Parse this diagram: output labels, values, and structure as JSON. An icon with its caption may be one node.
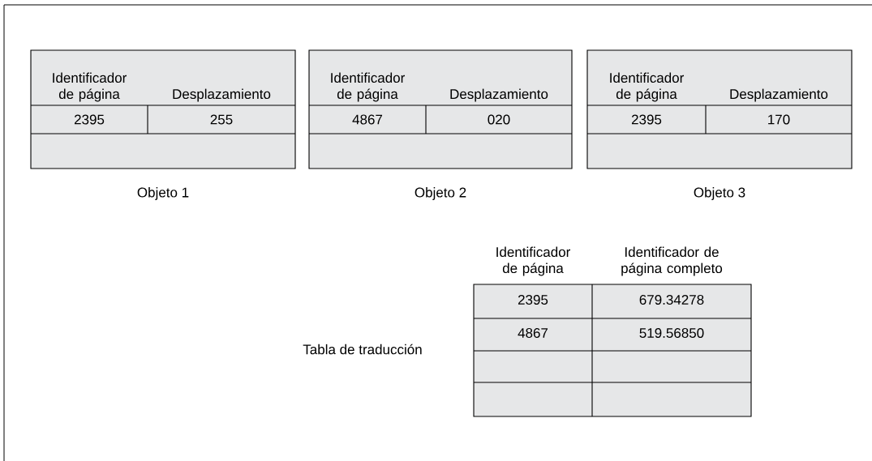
{
  "diagram": {
    "nodes": [
      {
        "text": [
          "Identificador de página",
          "Desplazamiento",
          "2395",
          "255"
        ],
        "beside": [
          "Objeto 1"
        ]
      },
      {
        "text": [
          "Identificador de página",
          "Desplazamiento",
          "4867",
          "020"
        ],
        "beside": [
          "Objeto 2"
        ]
      },
      {
        "text": [
          "Identificador de página",
          "Desplazamiento",
          "2395",
          "170"
        ],
        "beside": [
          "Objeto 3"
        ]
      },
      {
        "text": [
          "Identificador de página",
          "Identificador de página completo",
          "2395",
          "679.34278",
          "4867",
          "519.56850"
        ],
        "beside": [
          "Tabla de traducción"
        ]
      }
    ]
  }
}
